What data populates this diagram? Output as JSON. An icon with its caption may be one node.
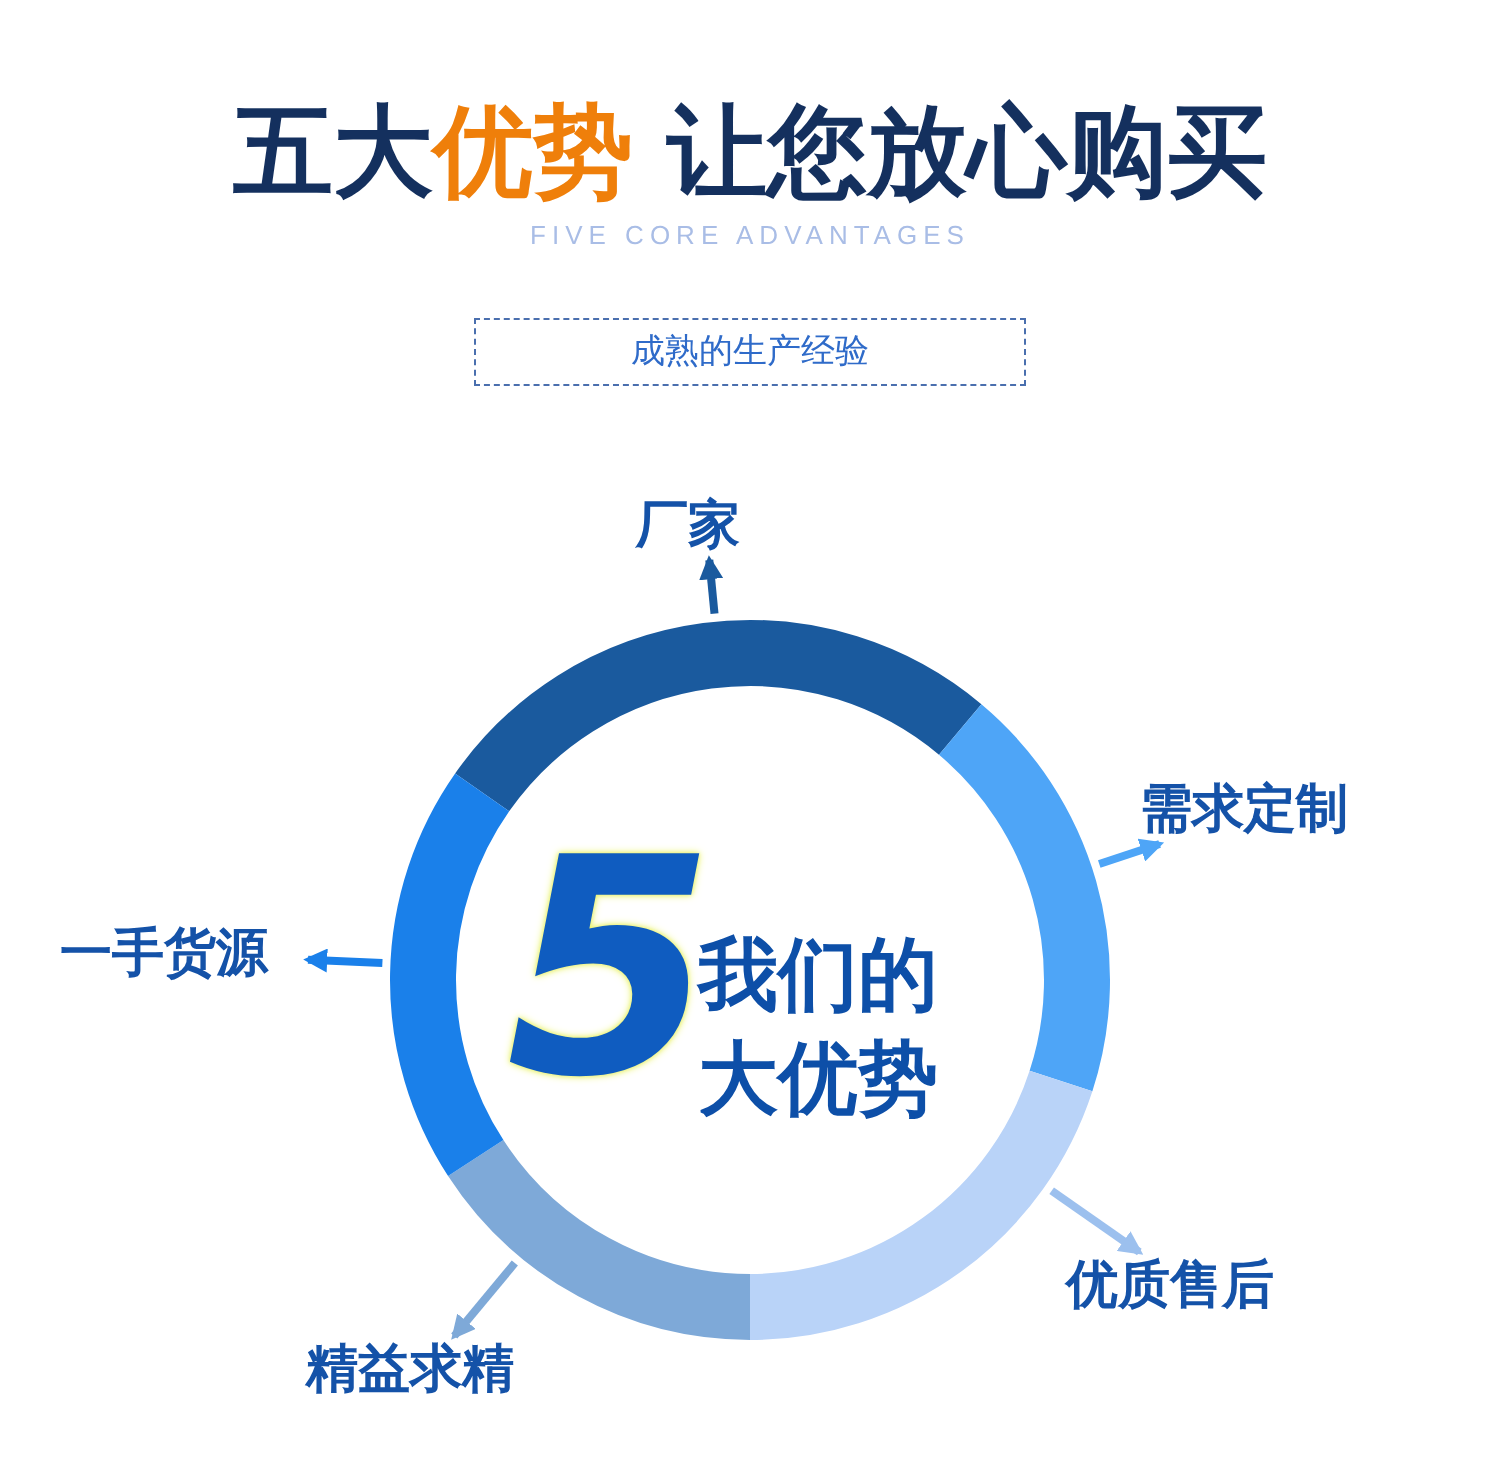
{
  "diagram": {
    "title": "五大**优势** 让您放心购买",
    "nodes": [
      {
        "text": [
          "成熟的生产经验"
        ]
      },
      {
        "text": [
          "厂家"
        ]
      },
      {
        "text": [
          "5",
          "我们的大优势"
        ]
      },
      {
        "text": [
          "需求定制"
        ]
      },
      {
        "text": [
          "一手货源"
        ]
      },
      {
        "text": [
          "优质售后"
        ]
      },
      {
        "text": [
          "精益求精"
        ]
      }
    ],
    "edges": [
      {
        "from": 2,
        "to": 1,
        "arrow": "to",
        "color": "#1a5a9e"
      },
      {
        "from": 2,
        "to": 3,
        "arrow": "to",
        "color": "#4ea5f7"
      },
      {
        "from": 2,
        "to": 4,
        "arrow": "to",
        "color": "#1a80ea"
      },
      {
        "from": 2,
        "to": 5,
        "arrow": "to",
        "color": "#9cc0ee"
      },
      {
        "from": 2,
        "to": 6,
        "arrow": "to",
        "color": "#7ea9d8"
      }
    ],
    "labels": [
      "FIVE CORE ADVANTAGES"
    ]
  }
}
